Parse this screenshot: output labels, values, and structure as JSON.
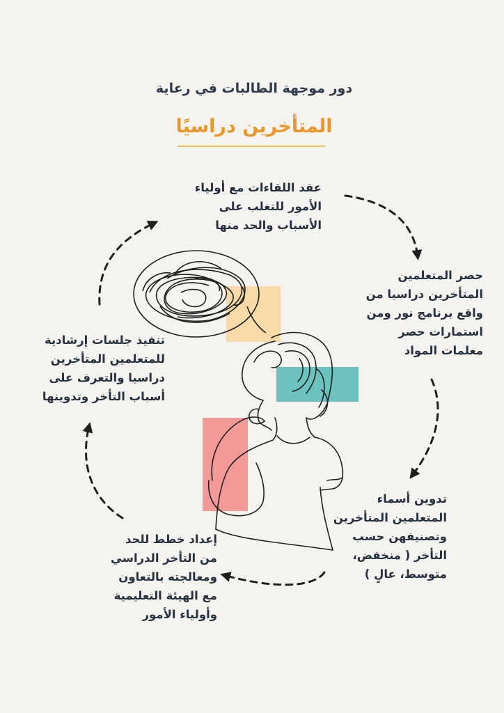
{
  "poster": {
    "title_line1": "دور موجهة الطالبات في رعاية",
    "title_line2": "المتأخرين دراسيًا"
  },
  "steps": [
    {
      "lines": [
        "عقد اللقاءات مع أولياء",
        "الأمور للتغلب على",
        "الأسباب والحد منها"
      ]
    },
    {
      "lines": [
        "حصر المتعلمين",
        "المتأخرين دراسيا من",
        "واقع برنامج نور ومن",
        "استمارات حصر",
        "معلمات المواد"
      ]
    },
    {
      "lines": [
        "تدوين أسماء",
        "المتعلمين المتأخرين",
        "وتصنيفهن حسب",
        "التأخر ( منخفض،",
        "متوسط، عالٍ )"
      ]
    },
    {
      "lines": [
        "إعداد خطط للحد",
        "من التأخر الدراسي",
        "ومعالجته بالتعاون",
        "مع الهيئة التعليمية",
        "وأولياء الأمور"
      ]
    },
    {
      "lines": [
        "تنفيذ جلسات إرشادية",
        "للمتعلمين المتأخرين",
        "دراسيا والتعرف على",
        "أسباب التأخر وتدوينها"
      ]
    }
  ],
  "colors": {
    "background": "#f4f3ef",
    "title_dark": "#2f3a4c",
    "title_accent": "#e9962b",
    "underline": "#f2c257",
    "text": "#26303f",
    "block_orange": "#f8d9a8",
    "block_teal": "#6cc2be",
    "block_pink": "#f39a98",
    "line": "#1f1f1f"
  },
  "icons": [
    "dashed-arrow-icon",
    "tangled-thoughts-icon",
    "thinking-woman-line-art"
  ]
}
